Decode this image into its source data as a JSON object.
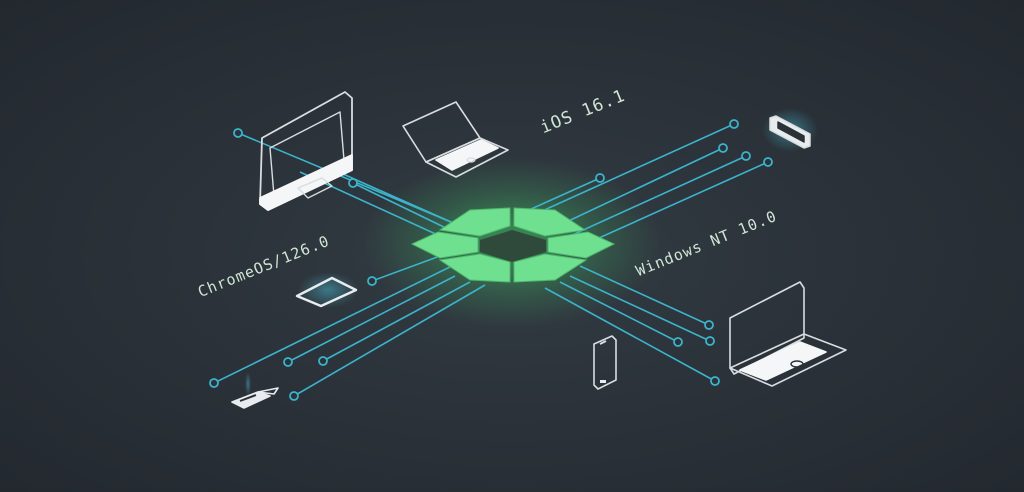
{
  "diagram": {
    "type": "hub-and-spoke network illustration",
    "colors": {
      "background": "#2b3239",
      "hub_fill": "#6fe08f",
      "hub_glow": "#3fdc6a",
      "line": "#3bb4cc",
      "device_outline": "#d8dde0",
      "device_screen": "#f4f6f7",
      "label_text": "#cfe6d6"
    },
    "hub": {
      "label": "Central hub",
      "segments": 6
    },
    "labels": {
      "ios": "iOS 16.1",
      "windows": "Windows NT 10.0",
      "chrome": "ChromeOS/126.0"
    },
    "devices": [
      {
        "id": "desktop-monitor",
        "label": "Desktop monitor"
      },
      {
        "id": "laptop-top",
        "label": "Laptop"
      },
      {
        "id": "small-device-top-right",
        "label": "Slim device"
      },
      {
        "id": "tablet",
        "label": "Tablet"
      },
      {
        "id": "small-laptop-bottom-left",
        "label": "Small laptop"
      },
      {
        "id": "phone",
        "label": "Phone"
      },
      {
        "id": "laptop-bottom-right",
        "label": "Laptop"
      }
    ]
  }
}
